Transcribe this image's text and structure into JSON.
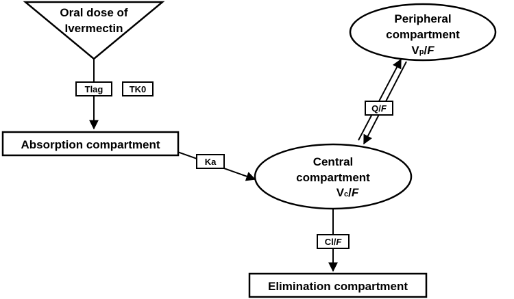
{
  "nodes": {
    "oral_dose": {
      "line1": "Oral dose of",
      "line2": "Ivermectin"
    },
    "absorption": {
      "label": "Absorption compartment"
    },
    "central": {
      "line1": "Central",
      "line2": "compartment",
      "vol_main": "V",
      "vol_sub": "c",
      "vol_slash": "/",
      "vol_f": "F"
    },
    "peripheral": {
      "line1": "Peripheral",
      "line2": "compartment",
      "vol_main": "V",
      "vol_sub": "p",
      "vol_slash": "/",
      "vol_f": "F"
    },
    "elimination": {
      "label": "Elimination compartment"
    }
  },
  "rates": {
    "tlag": "Tlag",
    "tk0": "TK0",
    "ka": "Ka",
    "q_main": "Q/",
    "q_f": "F",
    "cl_main": "Cl/",
    "cl_f": "F"
  }
}
